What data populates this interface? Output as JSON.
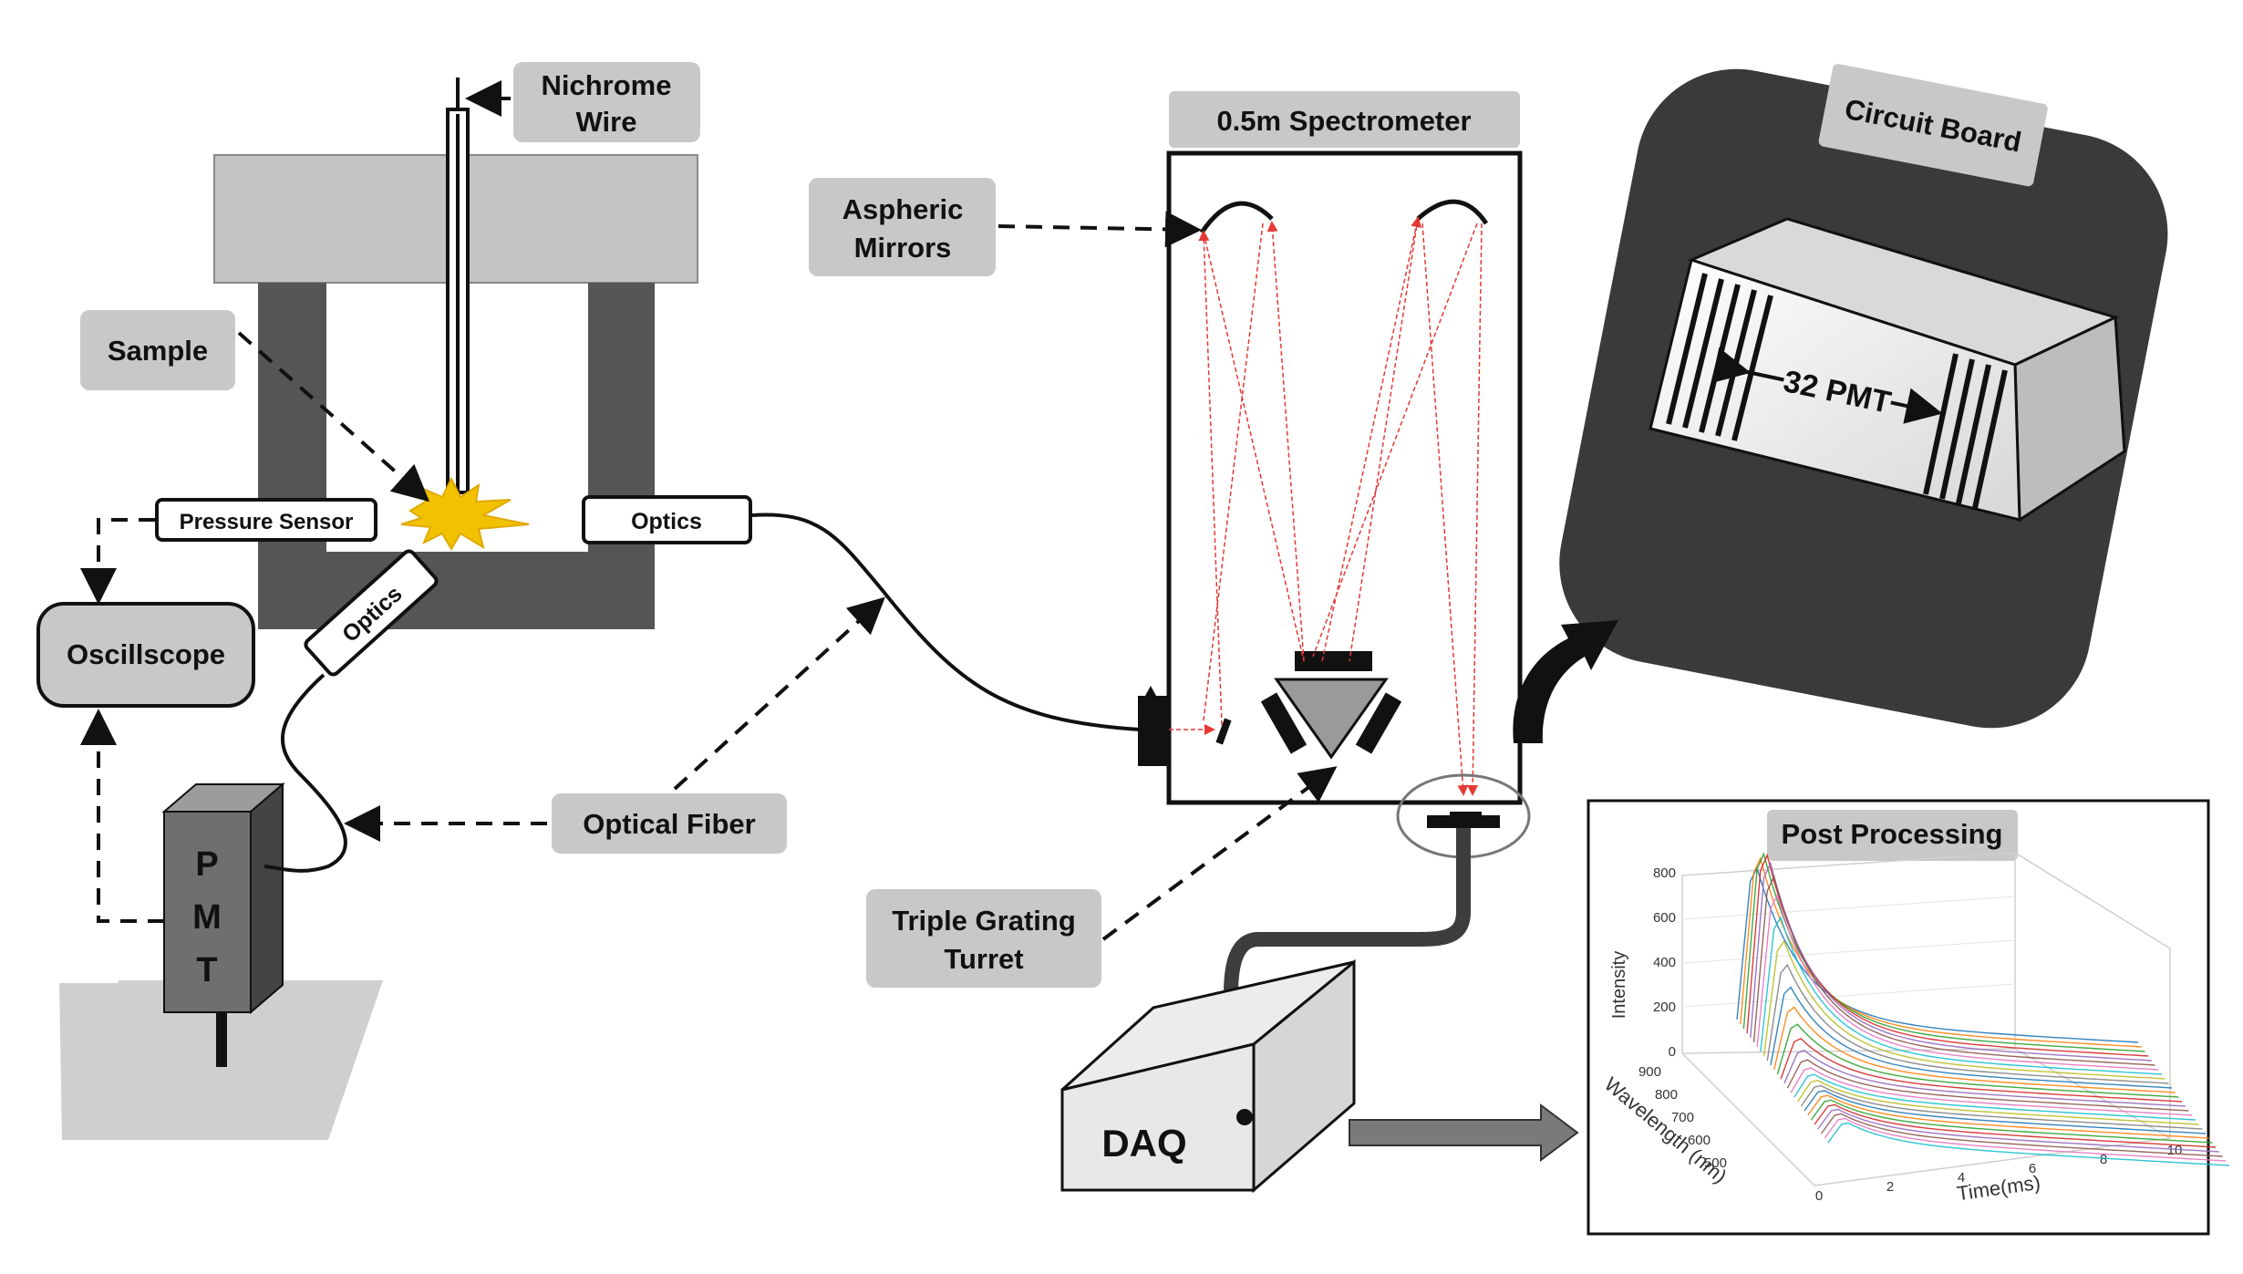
{
  "labels": {
    "nichrome": [
      "Nichrome",
      "Wire"
    ],
    "sample": "Sample",
    "pressure_sensor": "Pressure Sensor",
    "optics_top": "Optics",
    "optics_angled": "Optics",
    "oscilloscope": "Oscillscope",
    "pmt_letters": [
      "P",
      "M",
      "T"
    ],
    "optical_fiber": "Optical Fiber",
    "aspheric": [
      "Aspheric",
      "Mirrors"
    ],
    "spectrometer": "0.5m Spectrometer",
    "triple_grating": [
      "Triple Grating",
      "Turret"
    ],
    "circuit_board": "Circuit Board",
    "pmt32": "32 PMT",
    "daq": "DAQ",
    "post_processing": "Post Processing"
  },
  "post_plot": {
    "z_label": "Intensity",
    "y_label": "Wavelength (nm)",
    "x_label": "Time(ms)",
    "z_ticks": [
      "800",
      "600",
      "400",
      "200",
      "0"
    ],
    "y_ticks": [
      "900",
      "800",
      "700",
      "600",
      "500"
    ],
    "x_ticks": [
      "0",
      "2",
      "4",
      "6",
      "8",
      "10"
    ]
  },
  "colors": {
    "chamber": "#c4c4c4",
    "chamber_dark": "#555555",
    "tag": "#c8c8c8",
    "ray": "#e53935",
    "flame": "#f2c200",
    "board": "#3a3a3a",
    "pmt_body": "#6f6f6f"
  },
  "icons": {
    "flame": "spark-icon",
    "arrow": "big-curved-arrow-icon"
  }
}
